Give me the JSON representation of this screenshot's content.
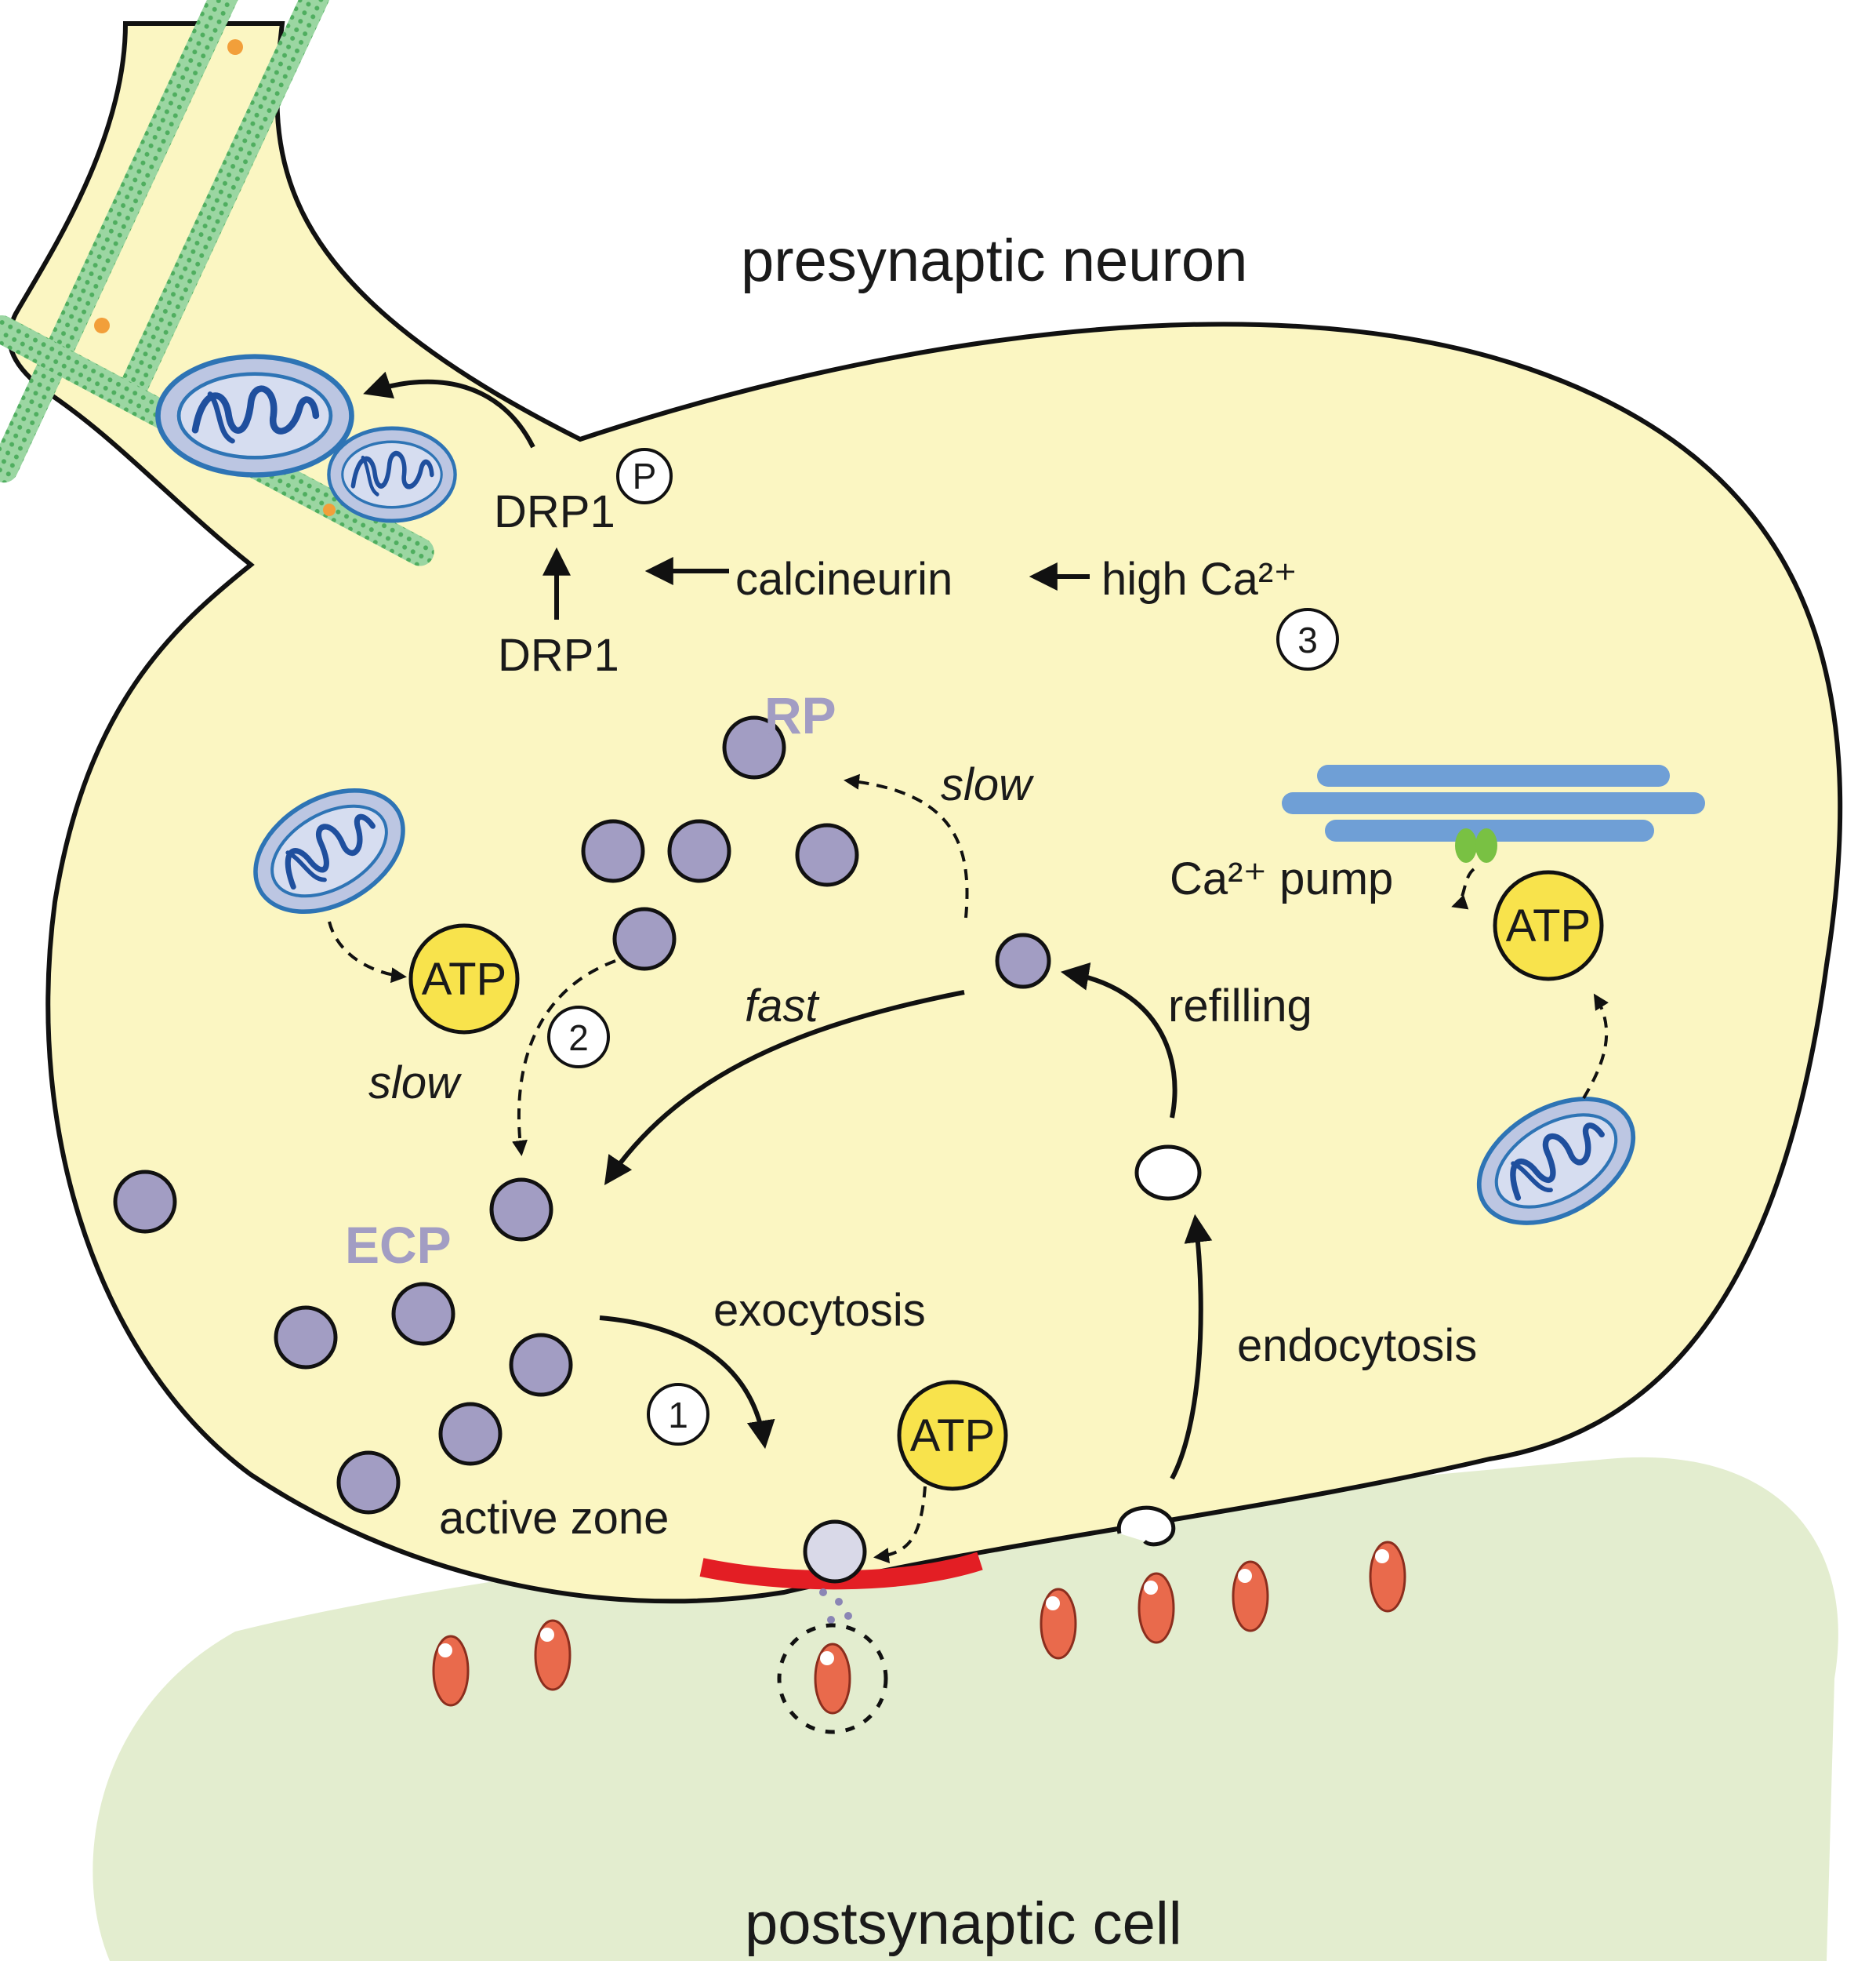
{
  "labels": {
    "presynaptic": "presynaptic neuron",
    "postsynaptic": "postsynaptic cell",
    "drp1_top": "DRP1",
    "drp1_bottom": "DRP1",
    "phospho": "P",
    "calcineurin": "calcineurin",
    "high_ca": "high Ca²⁺",
    "rp": "RP",
    "ecp": "ECP",
    "slow_top": "slow",
    "slow_left": "slow",
    "fast": "fast",
    "refilling": "refilling",
    "exocytosis": "exocytosis",
    "endocytosis": "endocytosis",
    "active_zone": "active zone",
    "ca_pump": "Ca²⁺ pump",
    "atp": "ATP"
  },
  "steps": [
    "1",
    "2",
    "3"
  ],
  "colors": {
    "presynaptic_fill": "#fbf6c2",
    "postsynaptic_fill": "#e3edcf",
    "vesicle": "#a29dc3",
    "pool_label": "#a29dc3",
    "atp": "#f8e34c",
    "active_zone": "#e31e24",
    "receptor": "#e96a4c",
    "mitochondria_outer": "#bcc6e2",
    "mitochondria_edge": "#2e74b5",
    "er": "#6f9fd6",
    "pump": "#79c143",
    "microtubule": "#6abf77"
  }
}
